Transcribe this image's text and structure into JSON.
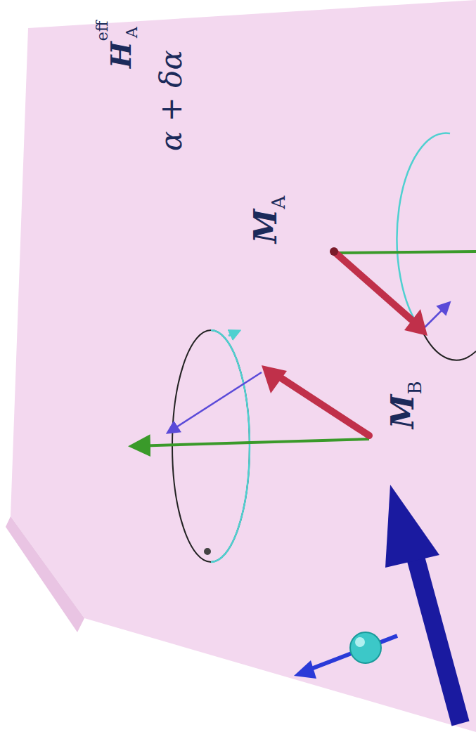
{
  "diagram": {
    "labels": [
      "α + δα",
      "M",
      "A",
      "H",
      "eff",
      "A",
      "M",
      "B"
    ]
  }
}
